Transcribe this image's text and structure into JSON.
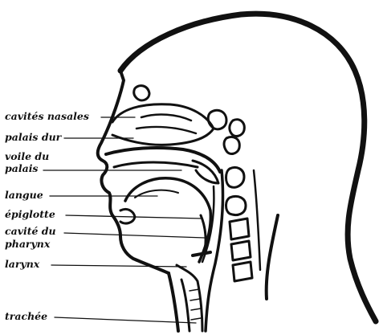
{
  "labels": {
    "cavites_nasales": "cavités nasales",
    "palais_dur": "palais dur",
    "voile_du": "voile du",
    "palais": "palais",
    "langue": "langue",
    "epiglotte": "épiglotte",
    "cavite_du": "cavité du",
    "pharynx": "pharynx",
    "larynx": "larynx",
    "trachee": "trachée"
  },
  "colors": {
    "ink": "#111111",
    "paper": "#ffffff"
  }
}
